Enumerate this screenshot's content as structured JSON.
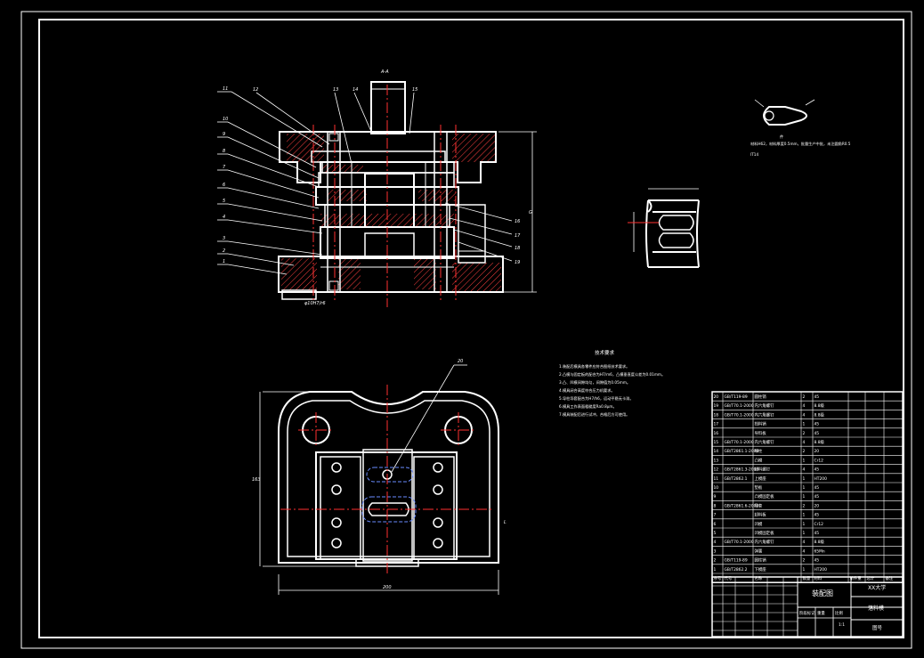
{
  "colors": {
    "background": "#000000",
    "line": "#ffffff",
    "center_line": "#ff3030",
    "hatch": "#ff4040",
    "hidden": "#6a8cff"
  },
  "section_label": "A-A",
  "leaders_left": [
    "11",
    "10",
    "9",
    "8",
    "7",
    "6",
    "5",
    "4",
    "3",
    "2",
    "1"
  ],
  "leaders_top": [
    "12",
    "13",
    "14",
    "15"
  ],
  "leaders_right": [
    "16",
    "17",
    "18",
    "19"
  ],
  "plan_leader": "20",
  "height_dim": "G",
  "base_note": "φ10H7/r6",
  "detail_title": "件",
  "detail_note_1": "材料H62，材料厚度0.5mm，批量生产中批，未注圆角R0.5",
  "detail_note_2": "IT14",
  "tech_title": "技术要求",
  "tech_notes": [
    "1.装配后模具各零件应符合图纸技术要求。",
    "2.凸模与固定板的配合为H7/m6，凸模垂直度公差为0.01mm。",
    "3.凸、凹模间隙均匀，间隙值为0.05mm。",
    "4.模具闭合高度符合压力机要求。",
    "5.导柱导套配合为H7/h6，运动平稳无卡滞。",
    "6.模具工作表面粗糙度Ra0.8μm。",
    "7.模具装配后进行试冲，合格后方可使用。"
  ],
  "plan_dims": {
    "width": "200",
    "height": "163",
    "right_mark": "L"
  },
  "title_block": {
    "drawing_name": "装配图",
    "school": "XX大学",
    "right_label": "落料模",
    "sheet_label": "图号",
    "stage_label": "阶段标记",
    "weight_label": "重量",
    "scale_label": "比例",
    "scale_value": "1:1"
  },
  "bom": [
    {
      "no": "20",
      "code": "GB/T119-89",
      "name": "圆柱销",
      "qty": "2",
      "mat": "45"
    },
    {
      "no": "19",
      "code": "GB/T70.1-2000",
      "name": "内六角螺钉",
      "qty": "4",
      "mat": "8.8级"
    },
    {
      "no": "18",
      "code": "GB/T70.1-2000",
      "name": "内六角螺钉",
      "qty": "4",
      "mat": "8.8级"
    },
    {
      "no": "17",
      "code": "",
      "name": "挡料销",
      "qty": "1",
      "mat": "45"
    },
    {
      "no": "16",
      "code": "",
      "name": "导料板",
      "qty": "2",
      "mat": "45"
    },
    {
      "no": "15",
      "code": "GB/T70.1-2000",
      "name": "内六角螺钉",
      "qty": "4",
      "mat": "8.8级"
    },
    {
      "no": "14",
      "code": "GB/T2861.1-2008",
      "name": "导柱",
      "qty": "2",
      "mat": "20"
    },
    {
      "no": "13",
      "code": "",
      "name": "凸模",
      "qty": "1",
      "mat": "Cr12"
    },
    {
      "no": "12",
      "code": "GB/T2861.3-2008",
      "name": "卸料螺钉",
      "qty": "4",
      "mat": "45"
    },
    {
      "no": "11",
      "code": "GB/T2862.1",
      "name": "上模座",
      "qty": "1",
      "mat": "HT200"
    },
    {
      "no": "10",
      "code": "",
      "name": "垫板",
      "qty": "1",
      "mat": "45"
    },
    {
      "no": "9",
      "code": "",
      "name": "凸模固定板",
      "qty": "1",
      "mat": "45"
    },
    {
      "no": "8",
      "code": "GB/T2861.6-2008",
      "name": "导套",
      "qty": "2",
      "mat": "20"
    },
    {
      "no": "7",
      "code": "",
      "name": "卸料板",
      "qty": "1",
      "mat": "45"
    },
    {
      "no": "6",
      "code": "",
      "name": "凹模",
      "qty": "1",
      "mat": "Cr12"
    },
    {
      "no": "5",
      "code": "",
      "name": "凹模固定板",
      "qty": "1",
      "mat": "45"
    },
    {
      "no": "4",
      "code": "GB/T70.1-2000",
      "name": "内六角螺钉",
      "qty": "4",
      "mat": "8.8级"
    },
    {
      "no": "3",
      "code": "",
      "name": "弹簧",
      "qty": "4",
      "mat": "65Mn"
    },
    {
      "no": "2",
      "code": "GB/T119-89",
      "name": "圆柱销",
      "qty": "2",
      "mat": "45"
    },
    {
      "no": "1",
      "code": "GB/T2862.2",
      "name": "下模座",
      "qty": "1",
      "mat": "HT200"
    }
  ],
  "bom_headers": {
    "no": "序号",
    "code": "代号",
    "name": "名称",
    "qty": "数量",
    "mat": "材料",
    "weight": "单件重",
    "total": "总计",
    "note": "备注"
  }
}
